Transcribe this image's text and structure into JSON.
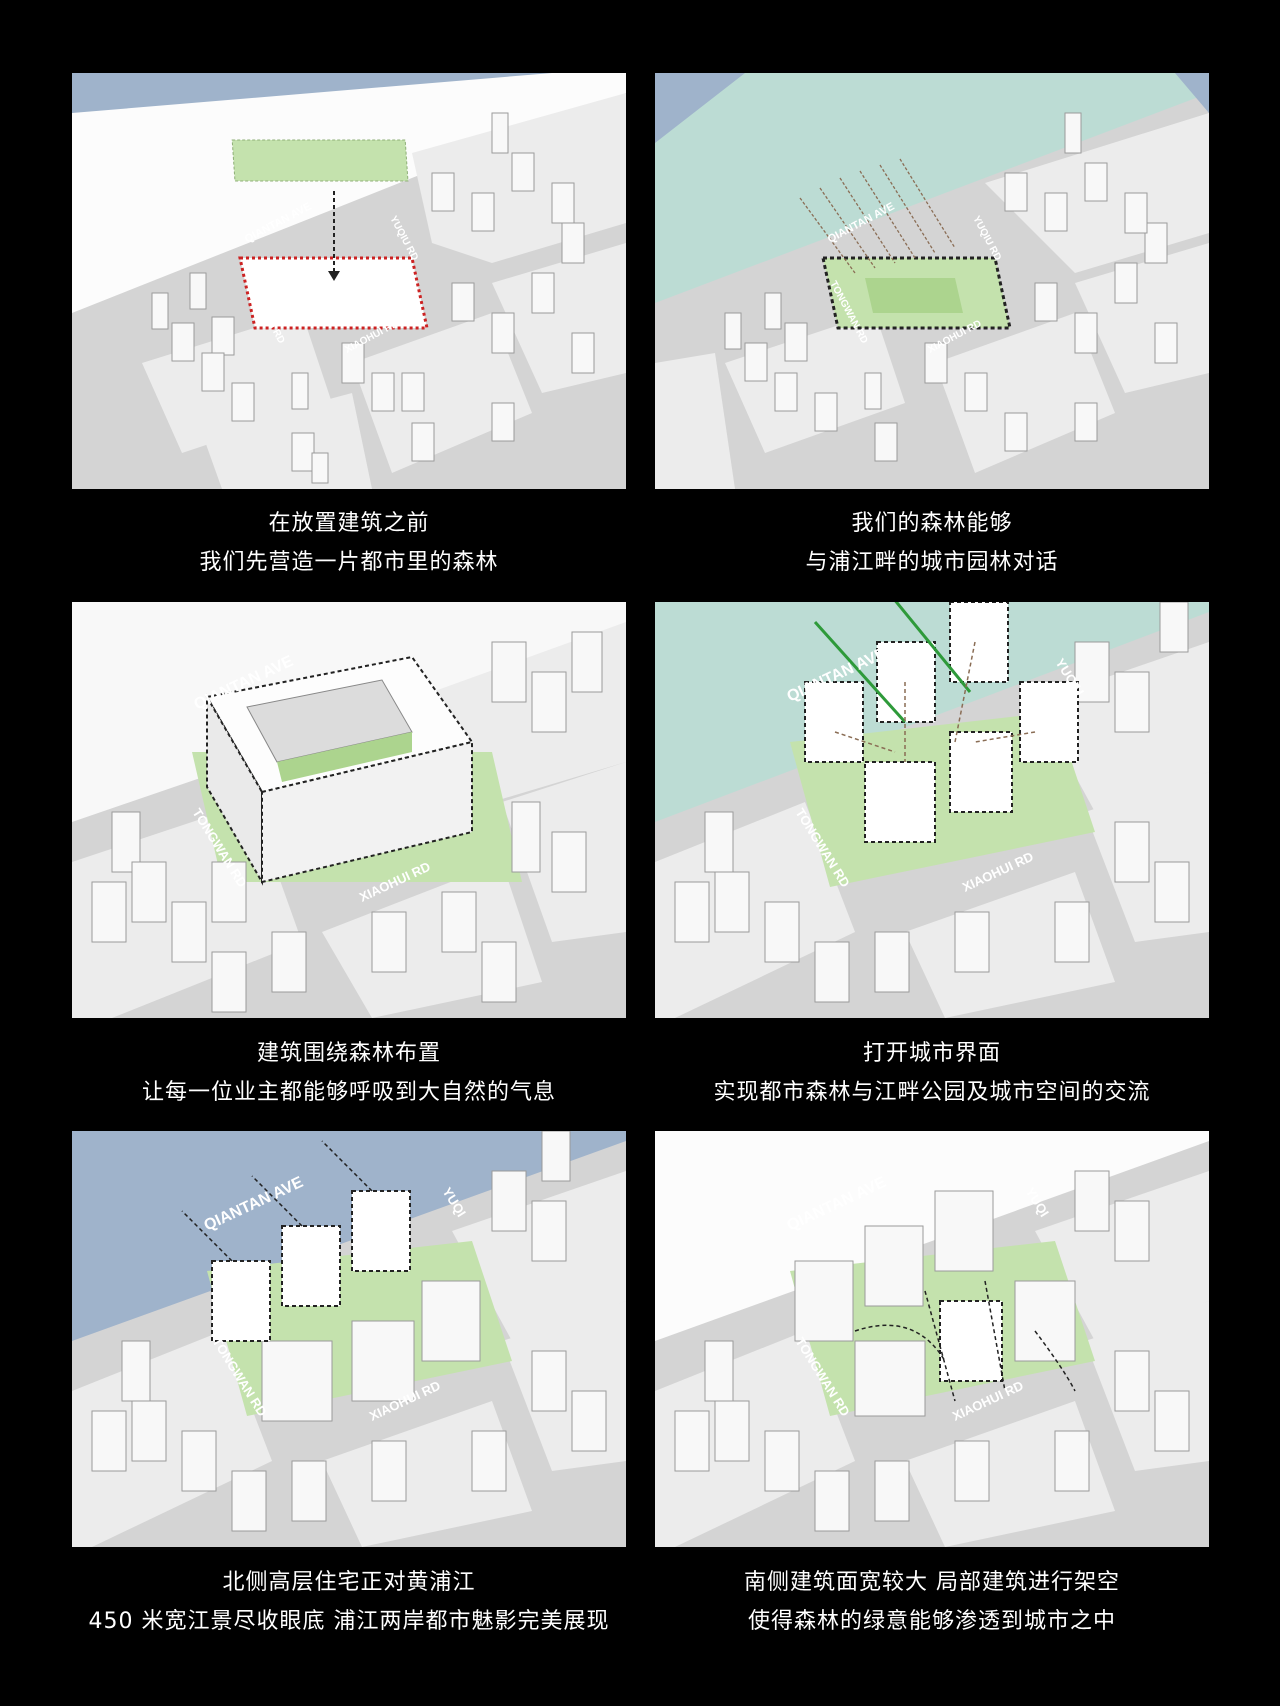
{
  "panels": [
    {
      "id": "p1",
      "caption": [
        "在放置建筑之前",
        "我们先营造一片都市里的森林"
      ],
      "labels": {
        "road_a": "QIANTAN AVE",
        "road_b": "YUQIU RD",
        "road_c": "TONGWAN RD",
        "road_d": "XIAOHUI RD"
      }
    },
    {
      "id": "p2",
      "caption": [
        "我们的森林能够",
        "与浦江畔的城市园林对话"
      ],
      "labels": {
        "road_a": "QIANTAN AVE",
        "road_b": "YUQIU RD",
        "road_c": "TONGWAN RD",
        "road_d": "XIAOHUI RD"
      }
    },
    {
      "id": "p3",
      "caption": [
        "建筑围绕森林布置",
        "让每一位业主都能够呼吸到大自然的气息"
      ],
      "labels": {
        "road_a": "QIANTAN AVE",
        "road_c": "TONGWAN RD",
        "road_d": "XIAOHUI RD"
      }
    },
    {
      "id": "p4",
      "caption": [
        "打开城市界面",
        "实现都市森林与江畔公园及城市空间的交流"
      ],
      "labels": {
        "road_a": "QIANTAN AVE",
        "road_b": "YUQIU",
        "road_c": "TONGWAN RD",
        "road_d": "XIAOHUI RD"
      }
    },
    {
      "id": "p5",
      "caption": [
        "北侧高层住宅正对黄浦江",
        "450 米宽江景尽收眼底 浦江两岸都市魅影完美展现"
      ],
      "labels": {
        "road_a": "QIANTAN AVE",
        "road_b": "YUQI",
        "road_c": "TONGWAN RD",
        "road_d": "XIAOHUI RD"
      }
    },
    {
      "id": "p6",
      "caption": [
        "南侧建筑面宽较大  局部建筑进行架空",
        "使得森林的绿意能够渗透到城市之中"
      ],
      "labels": {
        "road_a": "QIANTAN AVE",
        "road_b": "YUQI",
        "road_c": "TONGWAN RD",
        "road_d": "XIAOHUI RD"
      }
    }
  ],
  "colors": {
    "background": "#000000",
    "river": "#9fb3cb",
    "riverside_park": "#bcdcd4",
    "forest_green": "#c4e2ad",
    "forest_dark": "#a8d08a",
    "road": "#d4d4d4",
    "block": "#ececec",
    "building": "#f8f8f8",
    "site_outline_red": "#cc2222",
    "arrow_green": "#2e9a3a"
  }
}
